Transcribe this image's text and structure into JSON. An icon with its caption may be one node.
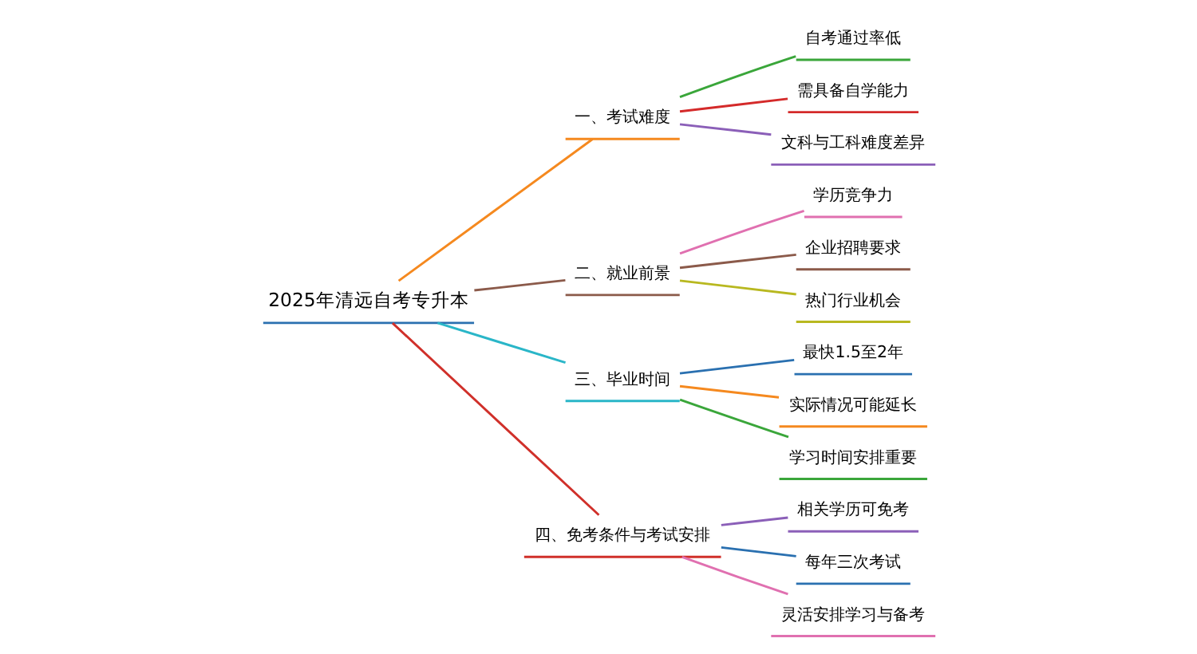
{
  "diagram": {
    "nodes": [
      {
        "text": [
          "2025年清远自考专升本"
        ]
      },
      {
        "text": [
          "一、考试难度"
        ]
      },
      {
        "text": [
          "自考通过率低"
        ]
      },
      {
        "text": [
          "需具备自学能力"
        ]
      },
      {
        "text": [
          "文科与工科难度差异"
        ]
      },
      {
        "text": [
          "二、就业前景"
        ]
      },
      {
        "text": [
          "学历竞争力"
        ]
      },
      {
        "text": [
          "企业招聘要求"
        ]
      },
      {
        "text": [
          "热门行业机会"
        ]
      },
      {
        "text": [
          "三、毕业时间"
        ]
      },
      {
        "text": [
          "最快1.5至2年"
        ]
      },
      {
        "text": [
          "实际情况可能延长"
        ]
      },
      {
        "text": [
          "学习时间安排重要"
        ]
      },
      {
        "text": [
          "四、免考条件与考试安排"
        ]
      },
      {
        "text": [
          "相关学历可免考"
        ]
      },
      {
        "text": [
          "每年三次考试"
        ]
      },
      {
        "text": [
          "灵活安排学习与备考"
        ]
      }
    ],
    "edges": [
      {
        "from": 0,
        "to": 1,
        "arrow": "none",
        "color": "#f5891f"
      },
      {
        "from": 1,
        "to": 2,
        "arrow": "none",
        "color": "#3aa63a"
      },
      {
        "from": 1,
        "to": 3,
        "arrow": "none",
        "color": "#d42a2a"
      },
      {
        "from": 1,
        "to": 4,
        "arrow": "none",
        "color": "#8b5fb8"
      },
      {
        "from": 0,
        "to": 5,
        "arrow": "none",
        "color": "#8b5a4a"
      },
      {
        "from": 5,
        "to": 6,
        "arrow": "none",
        "color": "#e070b0"
      },
      {
        "from": 5,
        "to": 7,
        "arrow": "none",
        "color": "#8b5a4a"
      },
      {
        "from": 5,
        "to": 8,
        "arrow": "none",
        "color": "#b8b820"
      },
      {
        "from": 0,
        "to": 9,
        "arrow": "none",
        "color": "#2ab6c8"
      },
      {
        "from": 9,
        "to": 10,
        "arrow": "none",
        "color": "#2a70b0"
      },
      {
        "from": 9,
        "to": 11,
        "arrow": "none",
        "color": "#f5891f"
      },
      {
        "from": 9,
        "to": 12,
        "arrow": "none",
        "color": "#3aa63a"
      },
      {
        "from": 0,
        "to": 13,
        "arrow": "none",
        "color": "#d0302a"
      },
      {
        "from": 13,
        "to": 14,
        "arrow": "none",
        "color": "#8b5fb8"
      },
      {
        "from": 13,
        "to": 15,
        "arrow": "none",
        "color": "#2a70b0"
      },
      {
        "from": 13,
        "to": 16,
        "arrow": "none",
        "color": "#e070b0"
      }
    ]
  }
}
